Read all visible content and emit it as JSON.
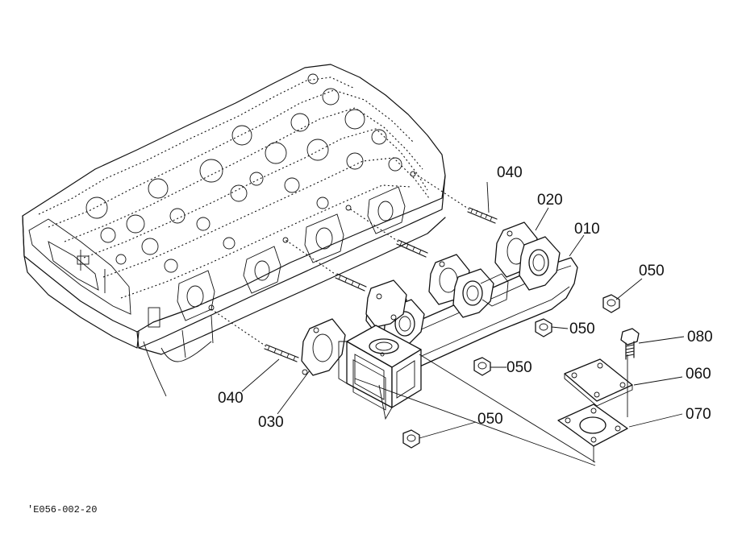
{
  "drawing_code": "'E056-002-20",
  "callouts": {
    "p010": "010",
    "p020": "020",
    "p030": "030",
    "p040_top": "040",
    "p040_bottom": "040",
    "p050_right": "050",
    "p050_mid": "050",
    "p050_lower": "050",
    "p050_bottom": "050",
    "p060": "060",
    "p070": "070",
    "p080": "080"
  }
}
